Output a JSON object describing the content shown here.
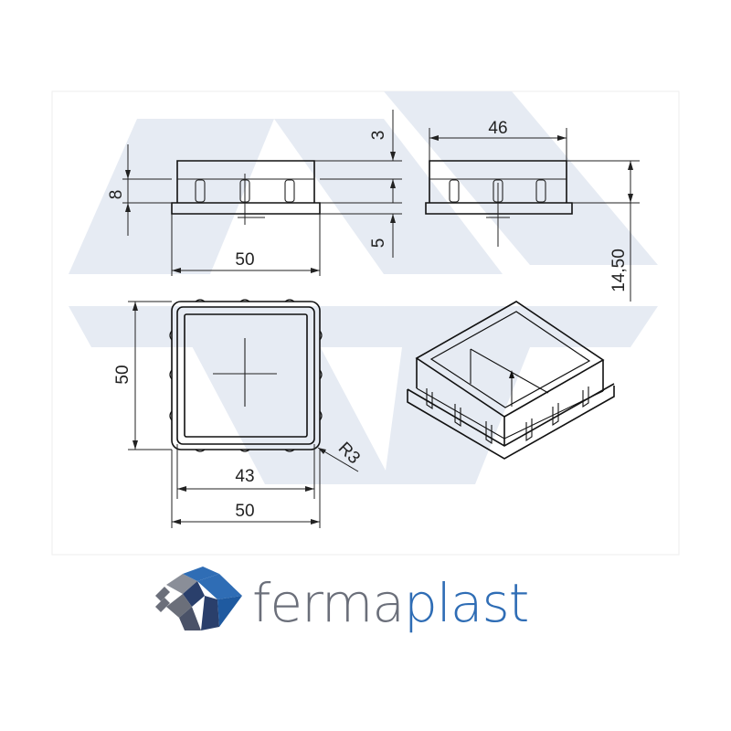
{
  "drawing": {
    "dimensions": {
      "front_height": "8",
      "front_top": "3",
      "front_bottom": "5",
      "front_width": "50",
      "side_width": "46",
      "side_height": "14,50",
      "top_height": "50",
      "top_inner_width": "43",
      "top_outer_width": "50",
      "corner_radius": "R3"
    }
  },
  "brand": {
    "name_part1": "ferma",
    "name_part2": "plast",
    "colors": {
      "gray": "#6b6f7a",
      "blue": "#2f6db5",
      "dark_blue": "#2a3f6b",
      "watermark": "#e6ebf3"
    }
  }
}
